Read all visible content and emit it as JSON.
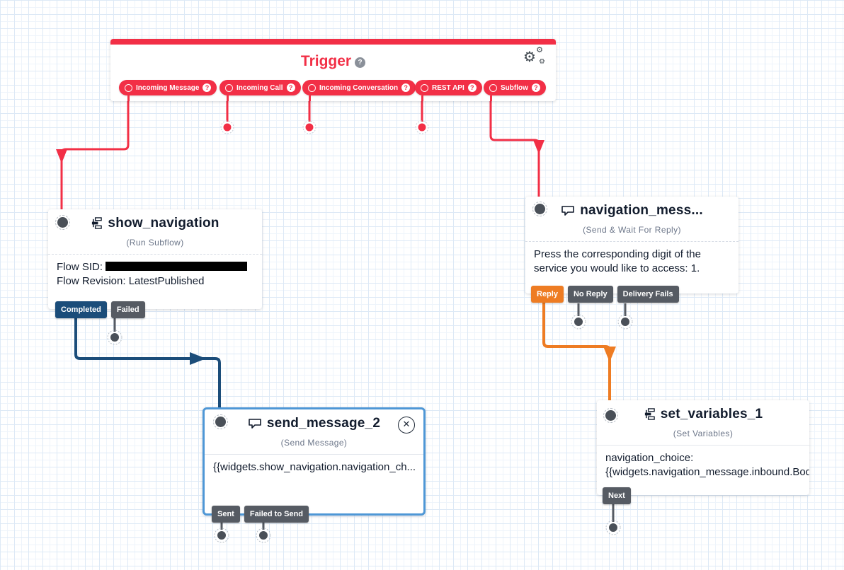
{
  "colors": {
    "brand_red": "#f22f46",
    "completed_blue": "#1b4d7a",
    "reply_orange": "#ee7c23",
    "transition_gray": "#565b63",
    "selected_border_blue": "#4e97d6",
    "title_text": "#121c2d"
  },
  "trigger": {
    "title": "Trigger",
    "help_icon": "question-circle",
    "settings_icon": "gears",
    "pills": [
      {
        "label": "Incoming Message"
      },
      {
        "label": "Incoming Call"
      },
      {
        "label": "Incoming Conversation"
      },
      {
        "label": "REST API"
      },
      {
        "label": "Subflow"
      }
    ]
  },
  "widgets": {
    "show_navigation": {
      "title": "show_navigation",
      "type": "(Run Subflow)",
      "flow_sid_label": "Flow SID:",
      "flow_revision_line": "Flow Revision: LatestPublished",
      "transitions": {
        "completed": "Completed",
        "failed": "Failed"
      }
    },
    "navigation_message": {
      "title": "navigation_mess...",
      "type": "(Send & Wait For Reply)",
      "body": "Press the corresponding digit of the service you would like to access: 1.",
      "transitions": {
        "reply": "Reply",
        "no_reply": "No Reply",
        "delivery_fails": "Delivery Fails"
      }
    },
    "send_message_2": {
      "title": "send_message_2",
      "type": "(Send Message)",
      "body": "{{widgets.show_navigation.navigation_ch...",
      "selected": true,
      "transitions": {
        "sent": "Sent",
        "failed_to_send": "Failed to Send"
      }
    },
    "set_variables_1": {
      "title": "set_variables_1",
      "type": "(Set Variables)",
      "body_line1": "navigation_choice:",
      "body_line2": "{{widgets.navigation_message.inbound.Body",
      "transitions": {
        "next": "Next"
      }
    }
  },
  "close_label": "✕"
}
